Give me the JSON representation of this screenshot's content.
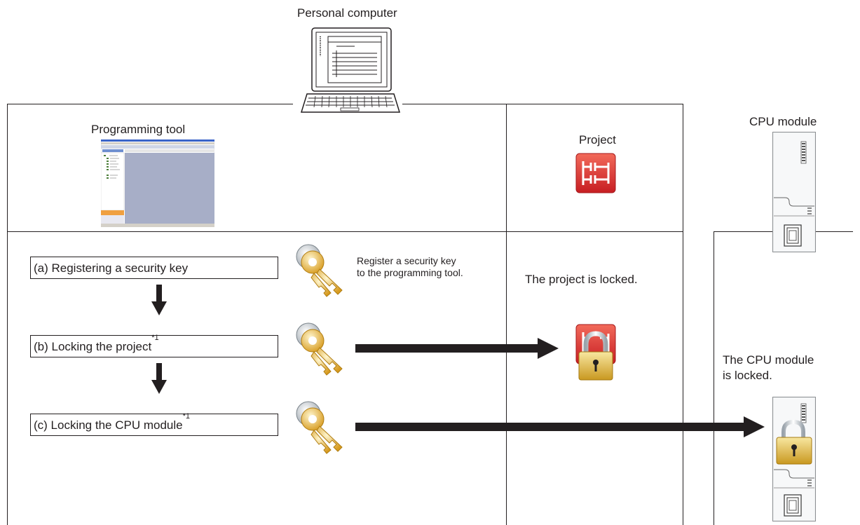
{
  "labels": {
    "personal_computer": "Personal computer",
    "programming_tool": "Programming tool",
    "project": "Project",
    "cpu_module": "CPU module",
    "register_note_line1": "Register a security key",
    "register_note_line2": "to the programming tool.",
    "project_locked": "The project is locked.",
    "cpu_locked_line1": "The CPU module",
    "cpu_locked_line2": "is locked."
  },
  "steps": [
    {
      "text": "(a) Registering a security key",
      "footnote": ""
    },
    {
      "text": "(b) Locking the project",
      "footnote": "*1"
    },
    {
      "text": "(c) Locking the CPU module",
      "footnote": "*1"
    }
  ],
  "colors": {
    "line": "#231f20",
    "project_icon_red": "#d7262a",
    "key_gold": "#e9b53a",
    "lock_gold": "#e8c24a",
    "tool_gray": "#a7aec7"
  },
  "icons": {
    "laptop": "laptop-icon",
    "project": "ladder-project-icon",
    "key": "key-icon",
    "lock": "padlock-icon",
    "cpu": "cpu-module-icon"
  }
}
